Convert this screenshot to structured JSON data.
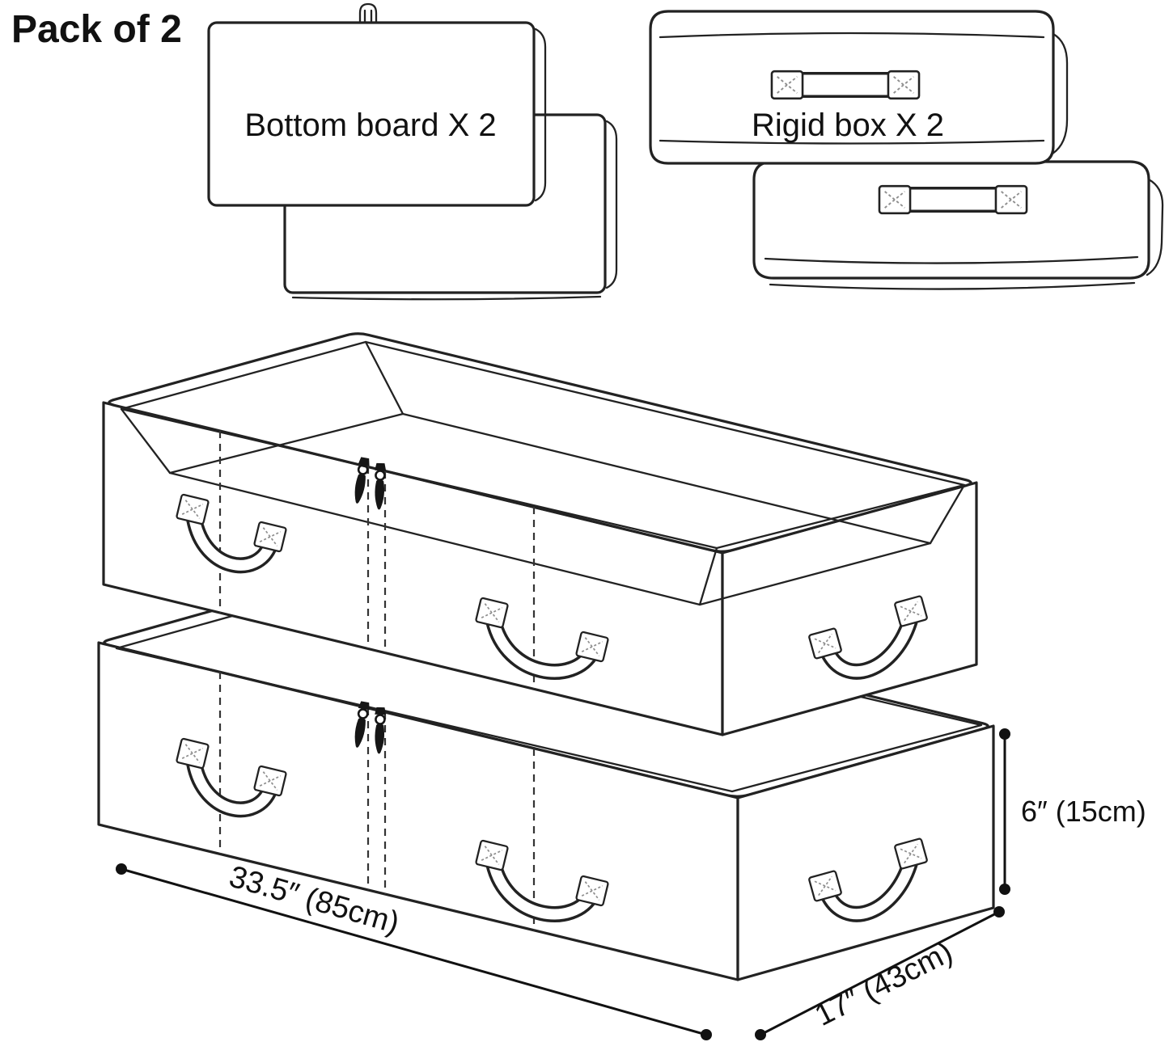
{
  "title": "Pack of 2",
  "parts": {
    "bottom_board_label": "Bottom board X 2",
    "rigid_box_label": "Rigid box X 2"
  },
  "dimensions": {
    "length": "33.5″ (85cm)",
    "width": "17″ (43cm)",
    "height": "6″ (15cm)"
  },
  "colors": {
    "background": "#ffffff",
    "line": "#222222",
    "zipper_black": "#161616",
    "text": "#111111"
  },
  "icons": {
    "zipper_pull": "zipper-pull-icon",
    "stitch_patch": "stitch-patch-icon",
    "hanger_clip": "hanger-clip-icon"
  }
}
